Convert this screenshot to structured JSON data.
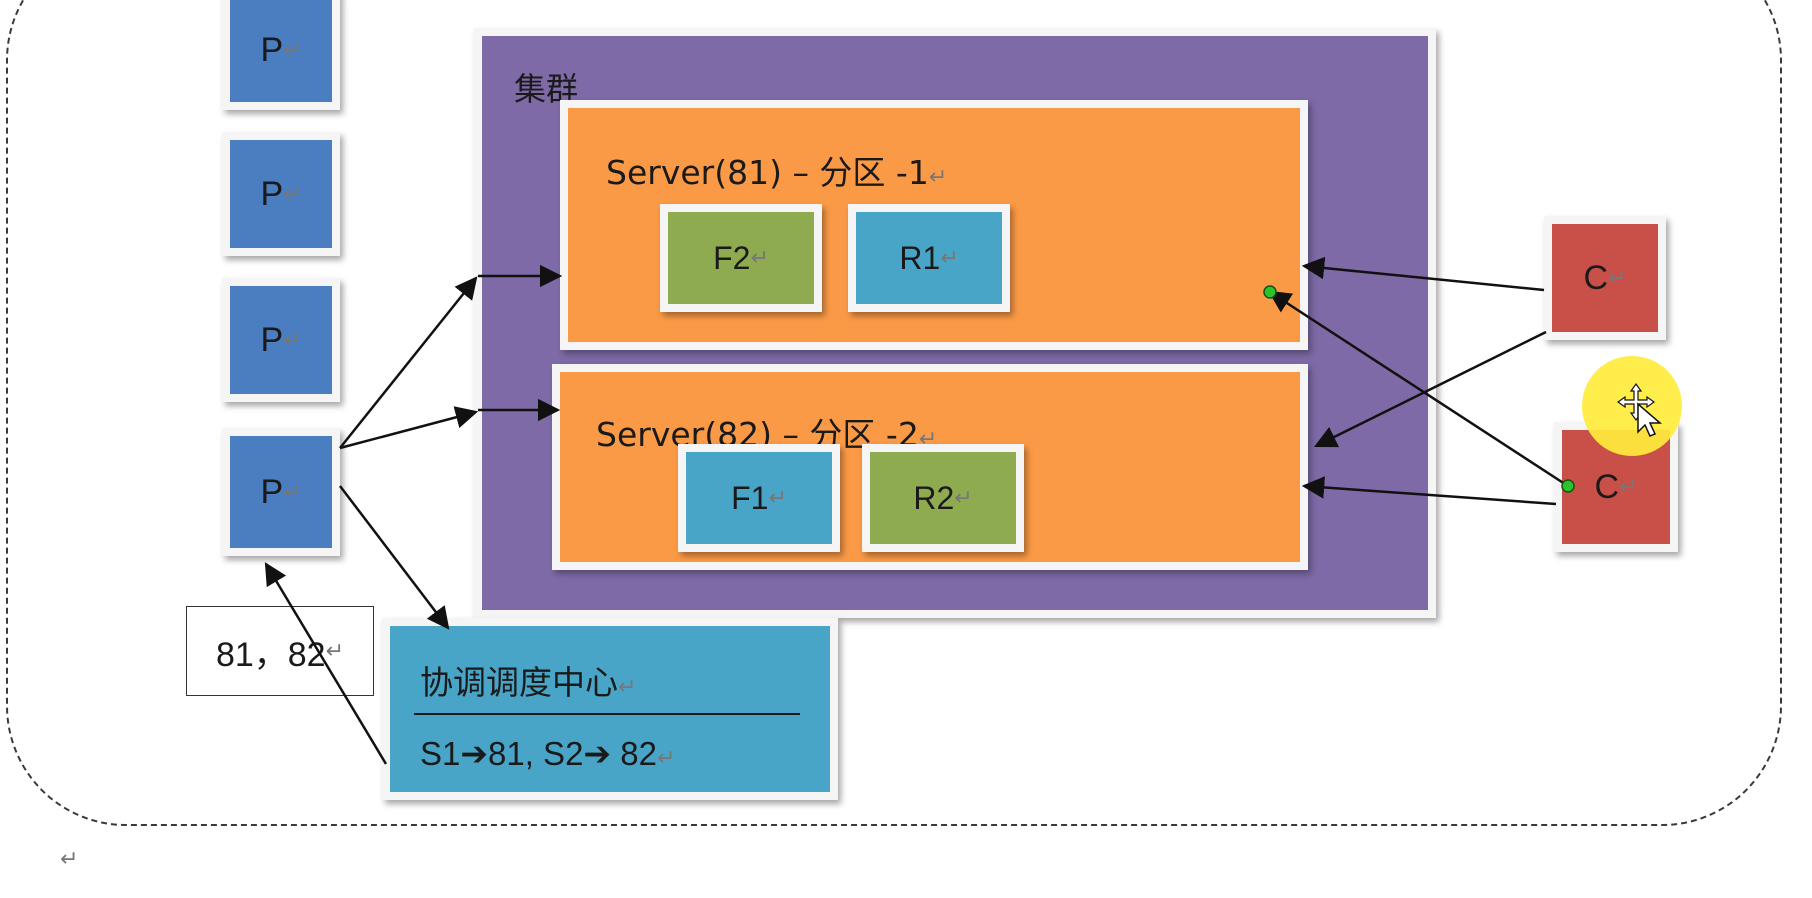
{
  "producers": [
    {
      "label": "P"
    },
    {
      "label": "P"
    },
    {
      "label": "P"
    },
    {
      "label": "P"
    }
  ],
  "cluster": {
    "title": "集群",
    "servers": [
      {
        "label": "Server(81) –  分区  -1",
        "partitions": [
          "F2",
          "R1"
        ]
      },
      {
        "label": "Server(82) –  分区  -2",
        "partitions": [
          "F1",
          "R2"
        ]
      }
    ]
  },
  "consumers": [
    {
      "label": "C"
    },
    {
      "label": "C"
    }
  ],
  "address_box": {
    "text": "81，82"
  },
  "coordinator": {
    "title": "协调调度中心",
    "route": "S1➔81, S2➔ 82"
  },
  "colors": {
    "producer": "#4a7ec1",
    "consumer": "#c85048",
    "cluster": "#7e6aa6",
    "server": "#fb9a46",
    "green_partition": "#8fab50",
    "blue_partition": "#49a5c8",
    "coordinator": "#49a5c8"
  },
  "icons": {
    "paragraph_mark": "↵",
    "cursor": "move-cursor-icon"
  }
}
